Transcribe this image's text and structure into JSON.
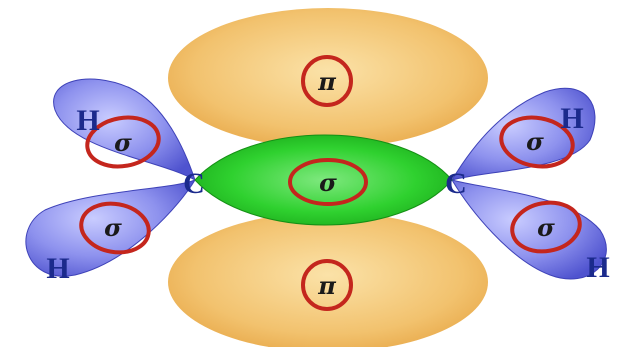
{
  "labels": {
    "pi_top": "π",
    "pi_bottom": "π",
    "sigma_cc": "σ",
    "sigma_ch_left_top": "σ",
    "sigma_ch_left_bottom": "σ",
    "sigma_ch_right_top": "σ",
    "sigma_ch_right_bottom": "σ",
    "h_left_top": "H",
    "h_left_bottom": "H",
    "h_right_top": "H",
    "h_right_bottom": "H",
    "c_left": "C",
    "c_right": "C"
  },
  "colors": {
    "pi_lobe": "#f2c26e",
    "sigma_cc_lobe": "#33d233",
    "ch_lobe": "#7b7fe6",
    "ring": "#c4261d",
    "atom_text": "#1b2a8c",
    "symbol_text": "#1a1a1a"
  }
}
